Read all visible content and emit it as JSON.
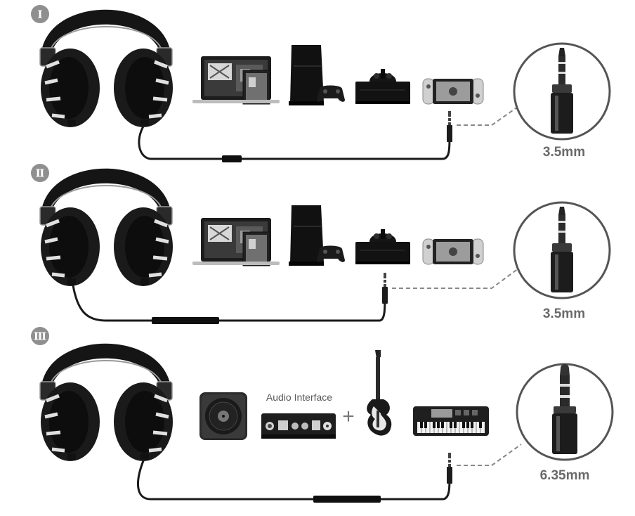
{
  "panels": [
    {
      "roman": "Ⅰ",
      "devices": [
        "laptop-icon",
        "playstation-icon",
        "xbox-icon",
        "nintendo-switch-icon"
      ],
      "jack_label": "3.5mm"
    },
    {
      "roman": "Ⅱ",
      "devices": [
        "laptop-icon",
        "playstation-icon",
        "xbox-icon",
        "nintendo-switch-icon"
      ],
      "jack_label": "3.5mm"
    },
    {
      "roman": "Ⅲ",
      "devices": [
        "turntable-icon",
        "audio-interface-icon",
        "electric-guitar-icon",
        "keyboard-synth-icon"
      ],
      "audio_interface_label": "Audio Interface",
      "plus_sign": "+",
      "jack_label": "6.35mm"
    }
  ],
  "colors": {
    "dark": "#141414",
    "mid": "#8a8a8a",
    "light": "#e6e6e6",
    "badge": "#8f8f8f",
    "label": "#6a6a6a"
  }
}
